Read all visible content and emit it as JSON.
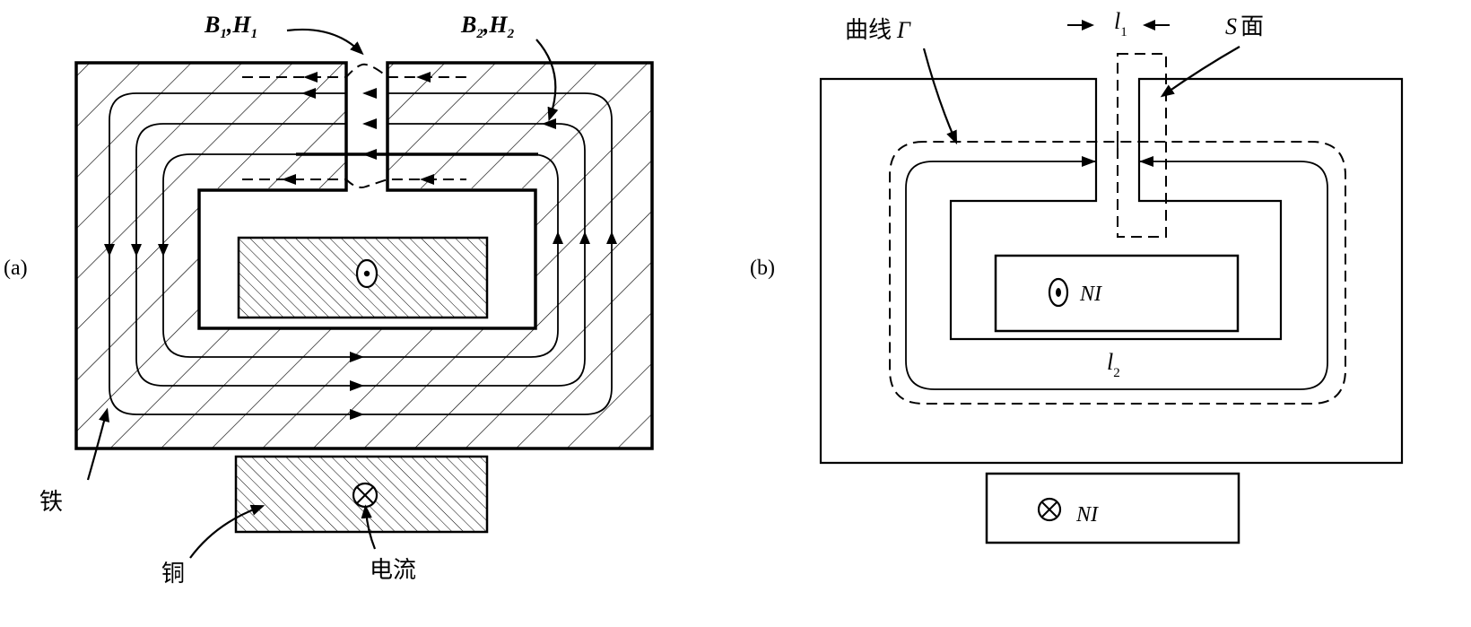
{
  "panel_a": {
    "label": "(a)",
    "b1h1": {
      "b": "B",
      "b_sub": "1",
      "sep": ",",
      "h": "H",
      "h_sub": "1"
    },
    "b2h2": {
      "b": "B",
      "b_sub": "2",
      "sep": ",",
      "h": "H",
      "h_sub": "2"
    },
    "iron": "铁",
    "copper": "铜",
    "current": "电流"
  },
  "panel_b": {
    "label": "(b)",
    "curve": "曲线",
    "gamma": "Γ",
    "l1": {
      "l": "l",
      "sub": "1"
    },
    "l2": {
      "l": "l",
      "sub": "2"
    },
    "s_letter": "S",
    "s_face": "面",
    "ni_top": "NI",
    "ni_bottom": "NI"
  }
}
